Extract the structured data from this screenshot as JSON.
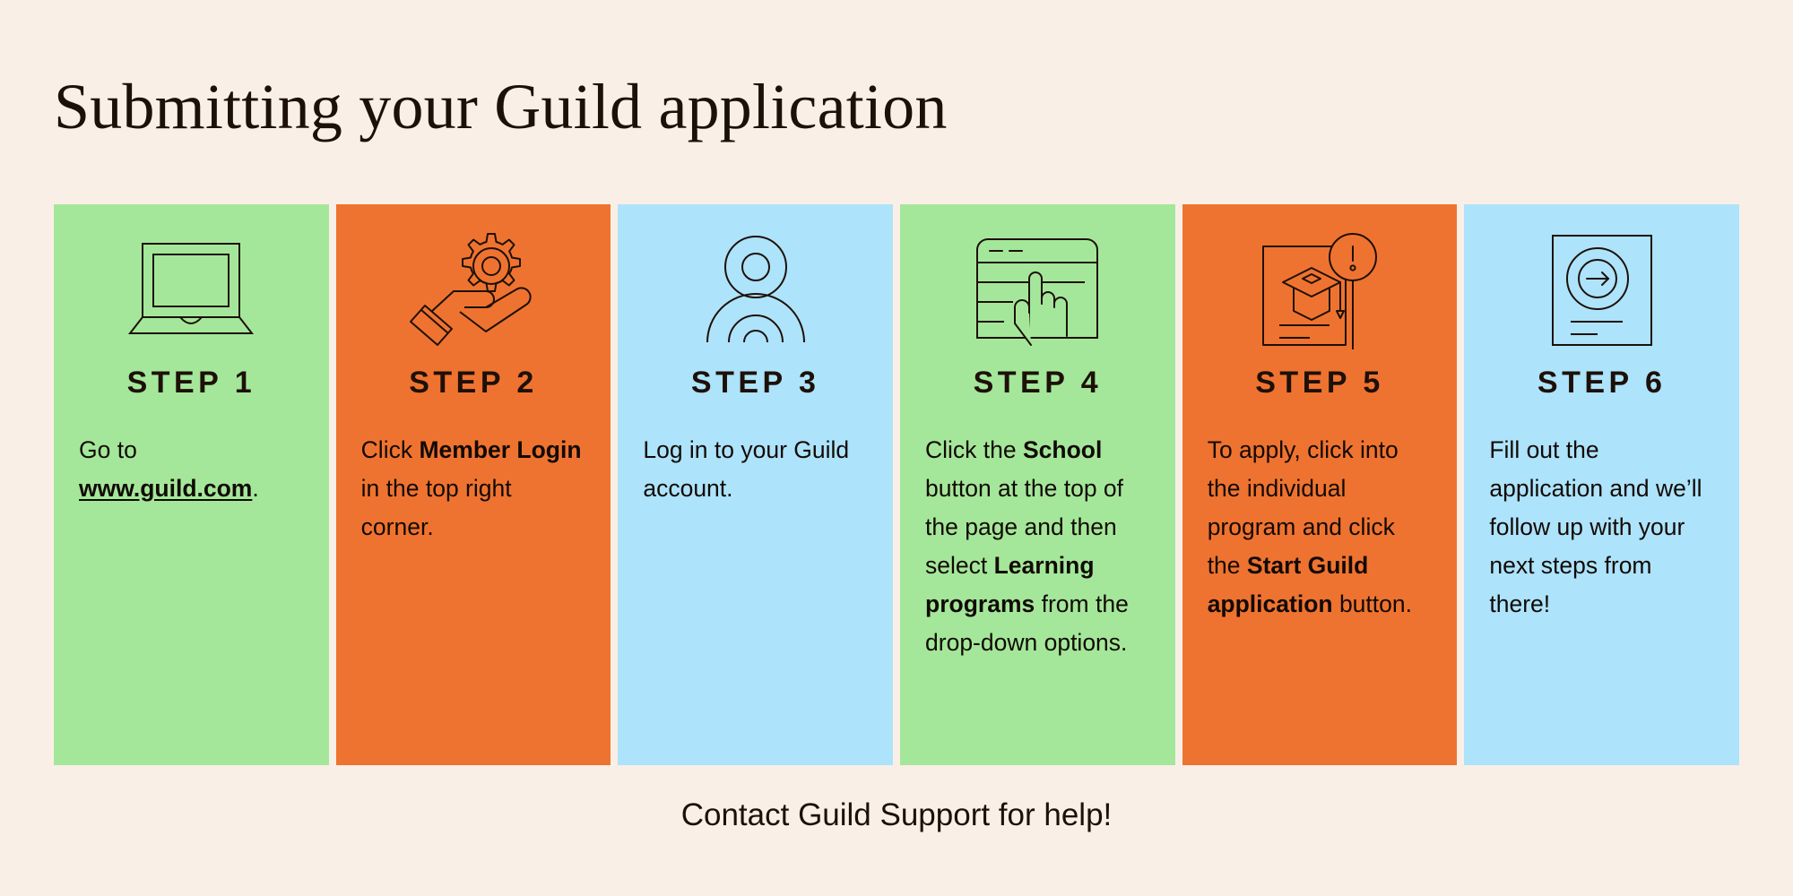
{
  "page": {
    "title": "Submitting your Guild application",
    "footer": "Contact Guild Support for help!",
    "background_color": "#faefe6",
    "text_color": "#1d1008"
  },
  "colors": {
    "green": "#a4e79a",
    "orange": "#ef7330",
    "blue": "#ade3fb",
    "cream": "#faefe6",
    "ink": "#1d1008"
  },
  "steps": [
    {
      "label": "STEP 1",
      "color": "#a4e79a",
      "icon": "laptop-icon",
      "text_parts": [
        {
          "text": "Go to ",
          "style": "normal"
        },
        {
          "text": "www.guild.com",
          "style": "link"
        },
        {
          "text": ".",
          "style": "normal"
        }
      ],
      "plain_text": "Go to www.guild.com."
    },
    {
      "label": "STEP 2",
      "color": "#ef7330",
      "icon": "hand-holding-gear-icon",
      "text_parts": [
        {
          "text": "Click ",
          "style": "normal"
        },
        {
          "text": "Member Login",
          "style": "bold"
        },
        {
          "text": " in the top right corner.",
          "style": "normal"
        }
      ],
      "plain_text": "Click Member Login in the top right corner."
    },
    {
      "label": "STEP 3",
      "color": "#ade3fb",
      "icon": "person-icon",
      "text_parts": [
        {
          "text": "Log in to your Guild account.",
          "style": "normal"
        }
      ],
      "plain_text": "Log in to your Guild account."
    },
    {
      "label": "STEP 4",
      "color": "#a4e79a",
      "icon": "browser-click-icon",
      "text_parts": [
        {
          "text": "Click the ",
          "style": "normal"
        },
        {
          "text": "School",
          "style": "bold"
        },
        {
          "text": " button at the top of the page and then select ",
          "style": "normal"
        },
        {
          "text": "Learning programs",
          "style": "bold"
        },
        {
          "text": " from the drop-down options.",
          "style": "normal"
        }
      ],
      "plain_text": "Click the School button at the top of the page and then select Learning programs from the drop-down options."
    },
    {
      "label": "STEP 5",
      "color": "#ef7330",
      "icon": "graduation-document-alert-icon",
      "text_parts": [
        {
          "text": "To apply, click into the individual program and click the ",
          "style": "normal"
        },
        {
          "text": "Start Guild application",
          "style": "bold"
        },
        {
          "text": " button.",
          "style": "normal"
        }
      ],
      "plain_text": "To apply, click into the individual program and click the Start Guild application button."
    },
    {
      "label": "STEP 6",
      "color": "#ade3fb",
      "icon": "document-arrow-icon",
      "text_parts": [
        {
          "text": "Fill out the application and we’ll follow up with your next steps from there!",
          "style": "normal"
        }
      ],
      "plain_text": "Fill out the application and we’ll follow up with your next steps from there!"
    }
  ]
}
